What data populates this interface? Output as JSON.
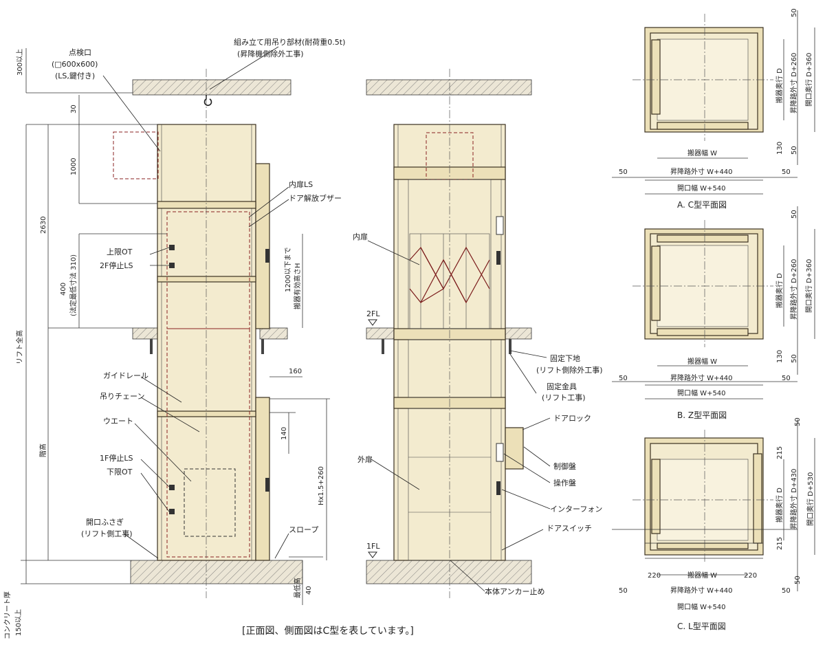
{
  "caption": "[正面図、側面図はC型を表しています。]",
  "front_view": {
    "labels": {
      "inspection": "点検口",
      "inspection_size": "(□600x600)",
      "inspection_lock": "(LS,鍵付き)",
      "hanging": "組み立て用吊り部材(耐荷重0.5t)",
      "hanging_note": "(昇降機側除外工事)",
      "inner_door_ls": "内扉LS",
      "door_buzzer": "ドア解放ブザー",
      "upper_ot": "上限OT",
      "stop2f": "2F停止LS",
      "guide_rail": "ガイドレール",
      "chain": "吊りチェーン",
      "weight": "ウエート",
      "stop1f": "1F停止LS",
      "lower_ot": "下限OT",
      "opening_cover": "開口ふさぎ",
      "opening_cover_note": "(リフト側工事)",
      "slope": "スロープ"
    },
    "dims": {
      "top_clear": "300以上",
      "d30": "30",
      "d1000": "1000",
      "d2630": "2630",
      "d400": "400",
      "d400_note": "(法定最低寸法 310)",
      "lift_total": "リフト全高",
      "floor_height": "階高",
      "cargo_height": "搬器有効高さH",
      "cargo_height_note": "1200以下まで",
      "d160": "160",
      "d140": "140",
      "h_formula": "Hx1.5+260",
      "pit": "最低高",
      "pit_val": "40",
      "concrete": "コンクリート厚",
      "concrete_val": "150以上"
    }
  },
  "side_view": {
    "labels": {
      "inner_door": "内扉",
      "floor2": "2FL",
      "floor1": "1FL",
      "fixed_base": "固定下地",
      "fixed_base_note": "(リフト側除外工事)",
      "fixed_bracket": "固定金具",
      "fixed_bracket_note": "(リフト工事)",
      "door_lock": "ドアロック",
      "outer_door": "外扉",
      "control_panel": "制御盤",
      "operation_panel": "操作盤",
      "intercom": "インターフォン",
      "door_switch": "ドアスイッチ",
      "anchor": "本体アンカー止め"
    }
  },
  "plans": [
    {
      "title": "A.  C型平面図",
      "top": "50",
      "bottom_a": "130",
      "bottom_b": "50",
      "depth": "搬器奥行  D",
      "outer_depth": "昇降路外寸  D+260",
      "open_depth": "開口奥行  D+360",
      "cargo_w": "搬器幅  W",
      "outer_w": "昇降路外寸  W+440",
      "open_w": "開口幅  W+540",
      "side_l": "50",
      "side_r": "50"
    },
    {
      "title": "B.  Z型平面図",
      "top": "50",
      "bottom_a": "130",
      "bottom_b": "50",
      "depth": "搬器奥行  D",
      "outer_depth": "昇降路外寸  D+260",
      "open_depth": "開口奥行  D+360",
      "cargo_w": "搬器幅  W",
      "outer_w": "昇降路外寸  W+440",
      "open_w": "開口幅  W+540",
      "side_l": "50",
      "side_r": "50"
    },
    {
      "title": "C.  L型平面図",
      "top": "50",
      "bottom_a": "215",
      "bottom_b": "50",
      "top_b": "215",
      "depth": "搬器奥行  D",
      "outer_depth": "昇降路外寸  D+430",
      "open_depth": "開口奥行  D+530",
      "cargo_w": "搬器幅  W",
      "outer_w": "昇降路外寸  W+440",
      "open_w": "開口幅  W+540",
      "side_l": "50",
      "side_r": "50",
      "inner_l": "220",
      "inner_r": "220"
    }
  ]
}
